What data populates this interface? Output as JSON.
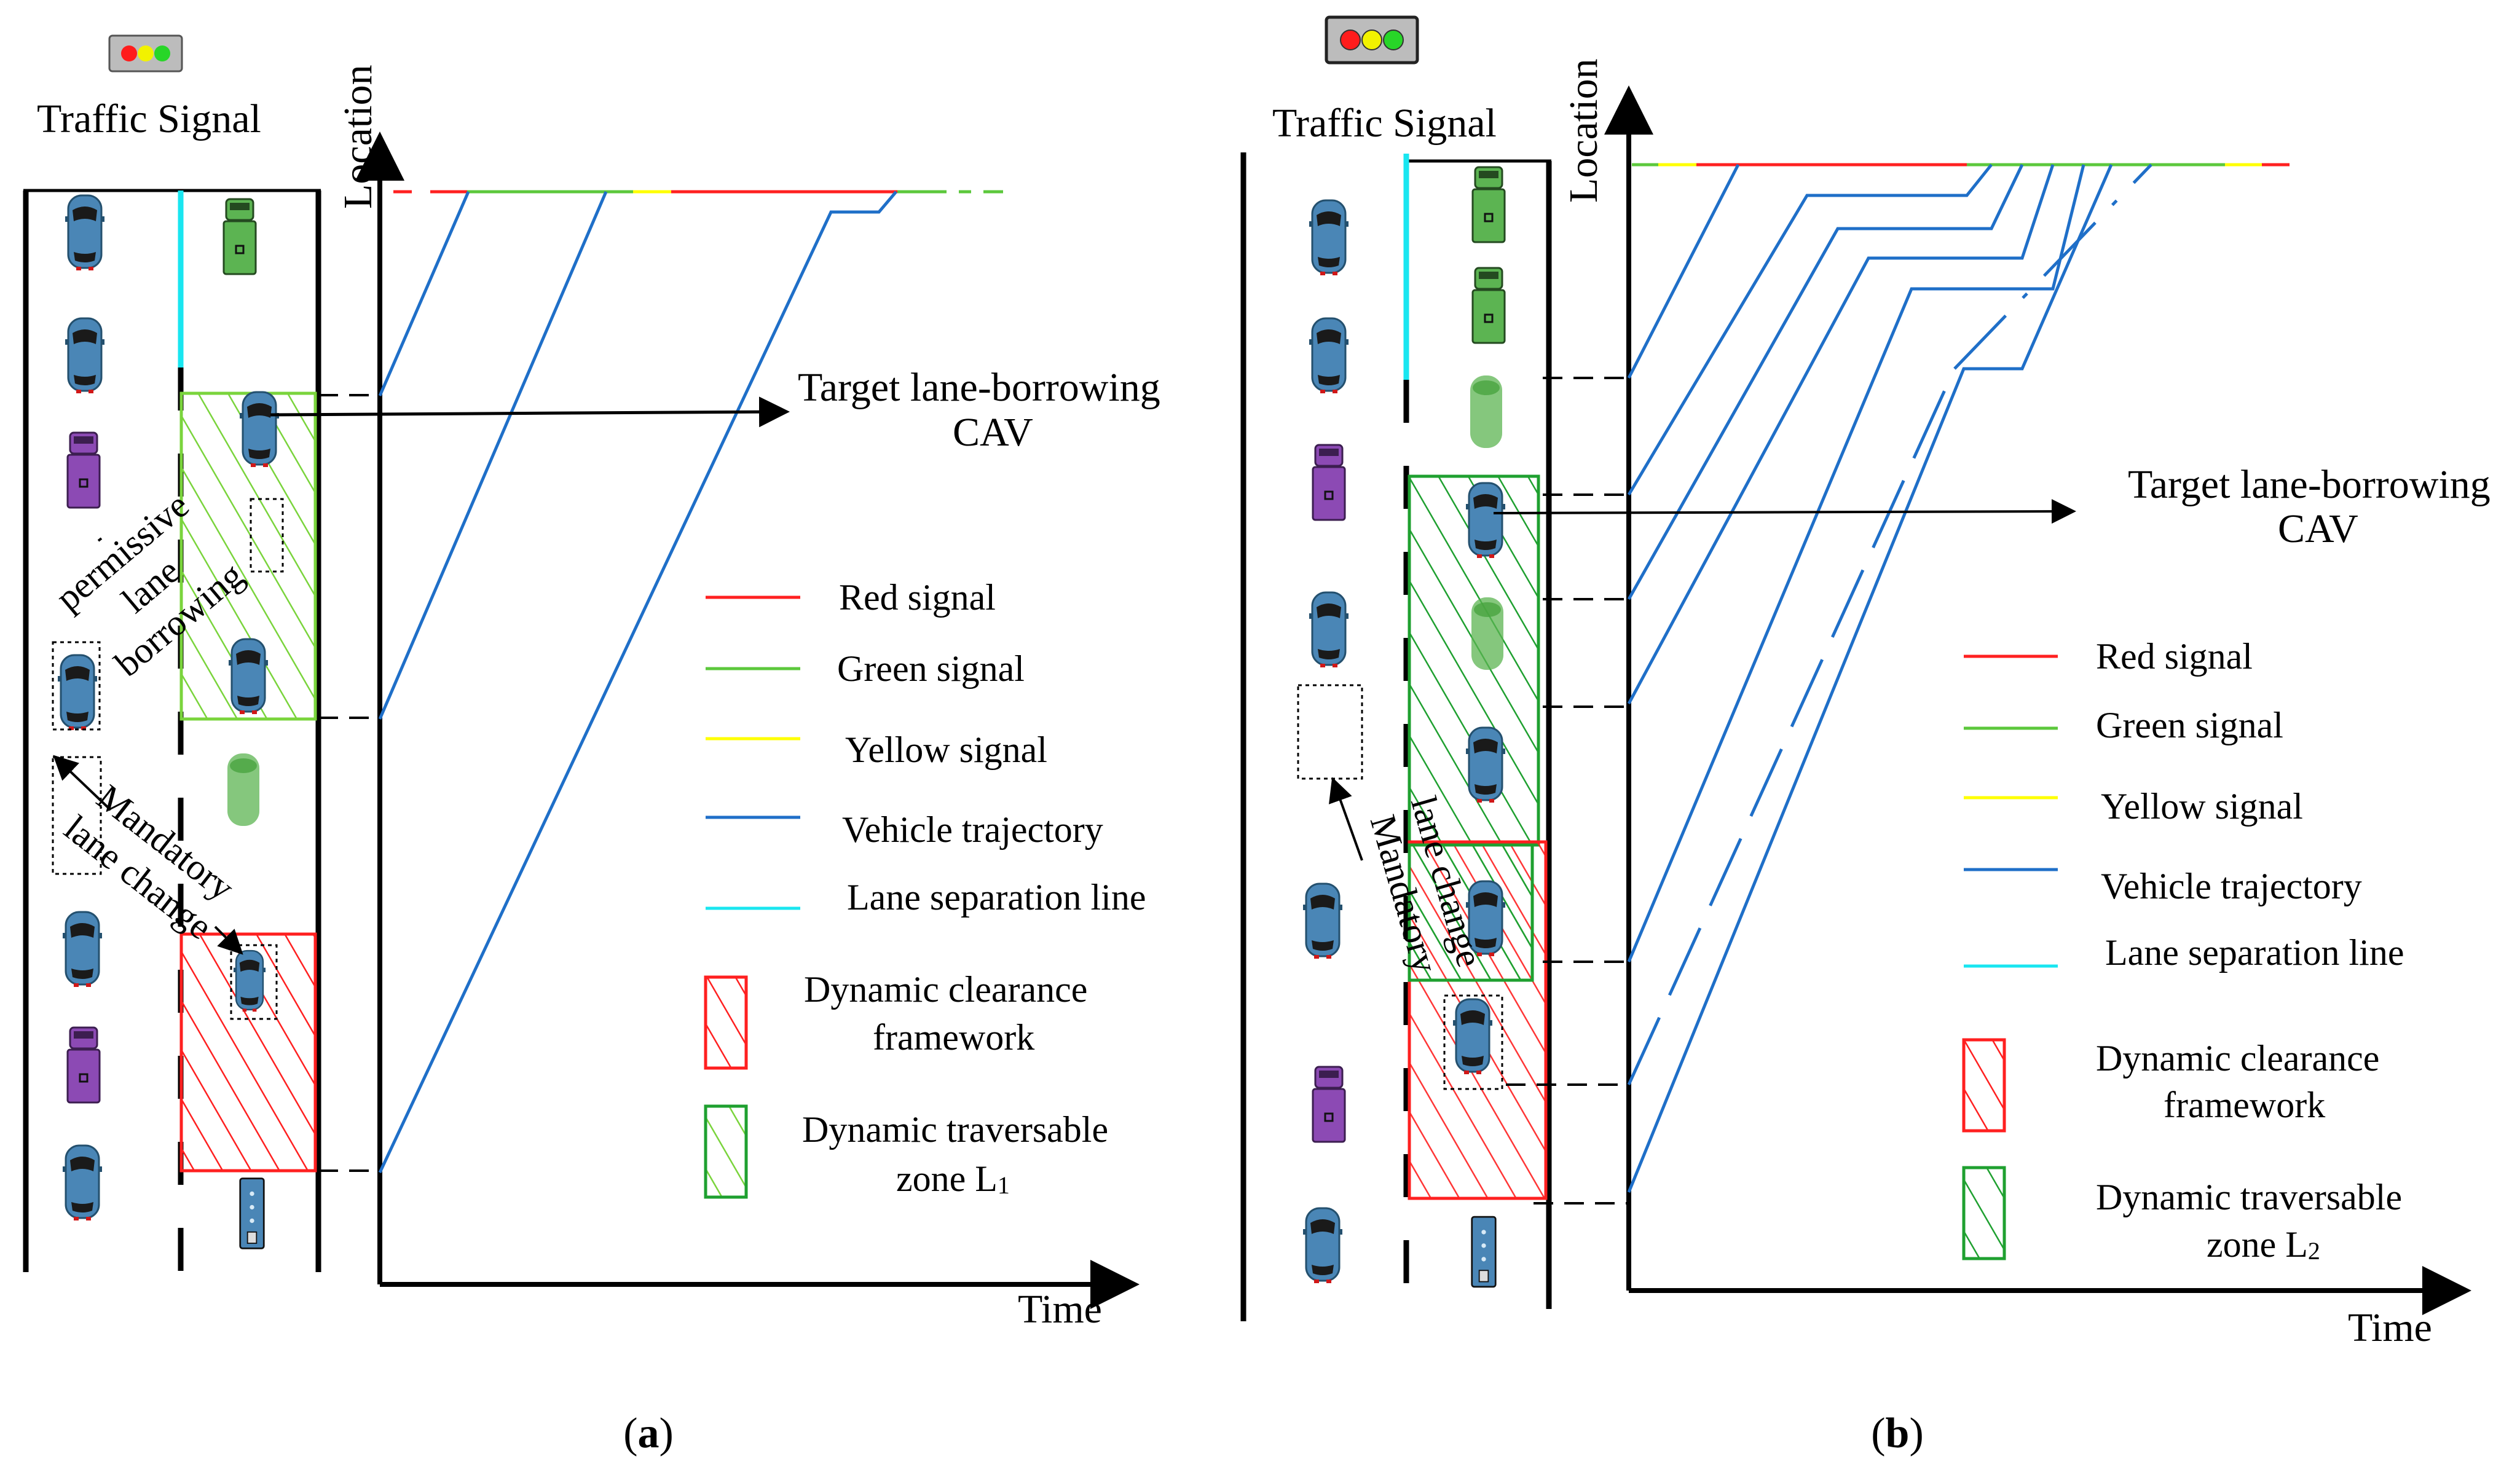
{
  "panels": [
    {
      "id": "a",
      "caption_letter": "a",
      "traffic_signal_label": "Traffic Signal",
      "y_axis_label": "Location",
      "x_axis_label": "Time",
      "target_label_line1": "Target lane-borrowing",
      "target_label_line2": "CAV",
      "lane_label_lines": [
        "permissive",
        "lane",
        "borrowing"
      ],
      "change_label_lines": [
        "Mandatory",
        "lane change"
      ],
      "legend": {
        "red": "Red signal",
        "green": "Green signal",
        "yellow": "Yellow signal",
        "trajectory": "Vehicle trajectory",
        "separation": "Lane separation line",
        "clearance_line1": "Dynamic clearance",
        "clearance_line2": "framework",
        "zone_line1": "Dynamic traversable",
        "zone_line2": "zone  L",
        "zone_sub": "1"
      }
    },
    {
      "id": "b",
      "caption_letter": "b",
      "traffic_signal_label": "Traffic Signal",
      "y_axis_label": "Location",
      "x_axis_label": "Time",
      "target_label_line1": "Target lane-borrowing",
      "target_label_line2": "CAV",
      "change_label_lines": [
        "Mandatory",
        "lane change"
      ],
      "legend": {
        "red": "Red signal",
        "green": "Green signal",
        "yellow": "Yellow signal",
        "trajectory": "Vehicle trajectory",
        "separation": "Lane separation line",
        "clearance_line1": "Dynamic clearance",
        "clearance_line2": "framework",
        "zone_line1": "Dynamic traversable",
        "zone_line2": "zone  L",
        "zone_sub": "2"
      }
    }
  ],
  "colors": {
    "red_signal": "#ff2020",
    "green_signal": "#5cc83c",
    "yellow_signal": "#ffff00",
    "trajectory": "#1f6fc8",
    "separation": "#19e6f0",
    "clearance": "#ff2020",
    "zone_a": "#7ad43c",
    "zone_b": "#1fa030",
    "car_body": "#4a86b6",
    "bus_purple": "#8c4ab4",
    "bus_green": "#5cb452"
  }
}
